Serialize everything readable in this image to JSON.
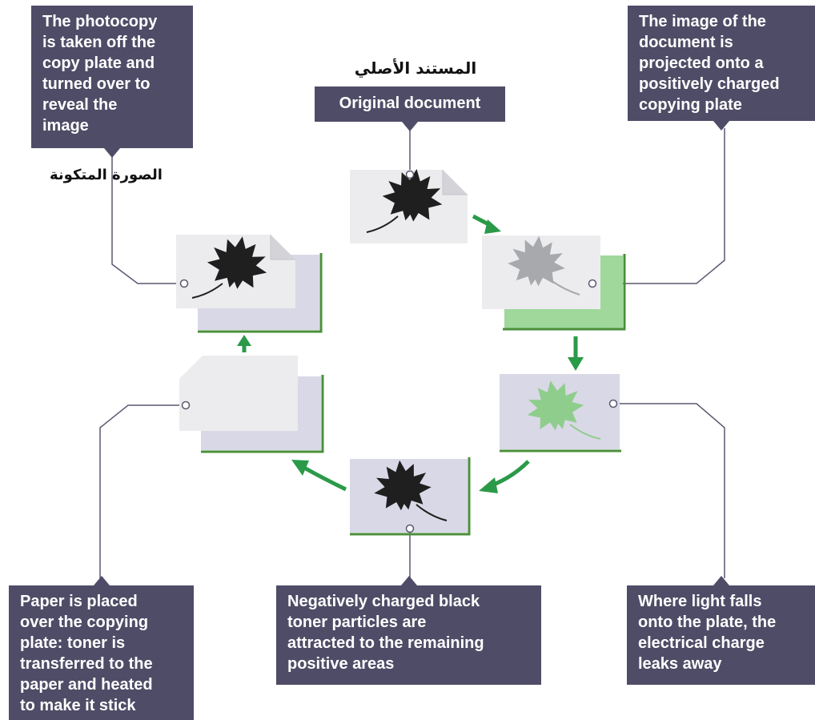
{
  "labels": {
    "original_arabic": "المستند الأصلي",
    "original_english": "Original document",
    "result_arabic": "الصورة المتكونة"
  },
  "steps": [
    {
      "id": "remove",
      "text": "The photocopy\nis taken off the\ncopy plate and\nturned over to\nreveal the\nimage"
    },
    {
      "id": "project",
      "text": "The image of the\ndocument is\nprojected onto a\npositively charged\ncopying plate"
    },
    {
      "id": "transfer",
      "text": "Paper is placed\nover the copying\nplate: toner is\ntransferred to the\npaper and heated\nto make it stick"
    },
    {
      "id": "toner",
      "text": "Negatively charged black\ntoner particles are\nattracted to the remaining\npositive areas"
    },
    {
      "id": "discharge",
      "text": "Where light falls\nonto the plate, the\nelectrical charge\nleaks away"
    }
  ],
  "colors": {
    "callout_bg": "#4f4c67",
    "arrow": "#2a9a48",
    "plate_green": "#9fd89a",
    "plate_grey": "#d9d8e6",
    "paper": "#ececee",
    "leaf_dark": "#1f1f1f",
    "leaf_grey": "#a8a9ad",
    "leaf_green": "#8fcd8c"
  },
  "icons": [
    "leaf-icon",
    "document-icon",
    "copying-plate-icon",
    "cycle-arrow-icon"
  ]
}
